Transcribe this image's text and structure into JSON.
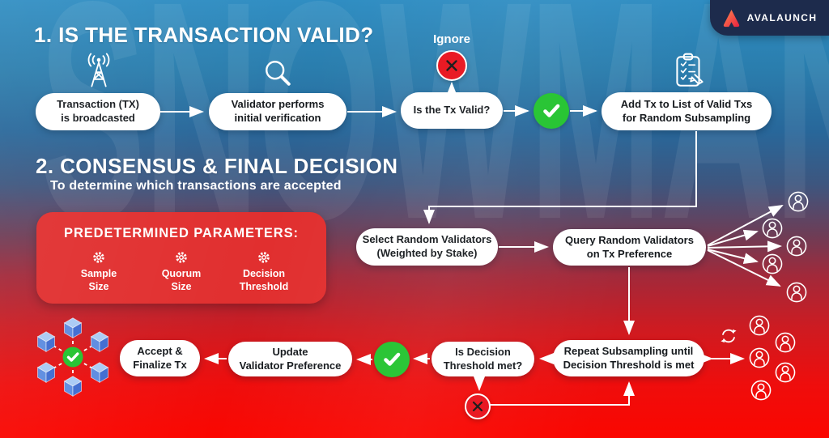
{
  "brand": {
    "name": "AVALAUNCH"
  },
  "background": {
    "watermark": "SNOWMAN"
  },
  "section1": {
    "title": "1. IS THE TRANSACTION VALID?",
    "ignore_label": "Ignore",
    "nodes": {
      "broadcast": "Transaction (TX)\nis broadcasted",
      "verify": "Validator performs\ninitial verification",
      "valid_q": "Is the Tx Valid?",
      "add_tx": "Add Tx to List of Valid Txs\nfor Random Subsampling"
    }
  },
  "section2": {
    "title": "2. CONSENSUS & FINAL DECISION",
    "subtitle": "To determine which transactions are accepted",
    "parameters": {
      "title": "PREDETERMINED PARAMETERS:",
      "items": [
        "Sample\nSize",
        "Quorum\nSize",
        "Decision\nThreshold"
      ]
    },
    "nodes": {
      "select": "Select Random Validators\n(Weighted by Stake)",
      "query": "Query Random Validators\non Tx Preference",
      "repeat": "Repeat Subsampling until\nDecision Threshold is met",
      "decision_q": "Is Decision\nThreshold met?",
      "update": "Update\nValidator Preference",
      "accept": "Accept &\nFinalize Tx"
    }
  },
  "icons": [
    "antenna-icon",
    "magnifier-icon",
    "clipboard-check-icon",
    "gear-icon",
    "validator-icon",
    "refresh-icon",
    "blockchain-cube-icon",
    "check-icon",
    "x-icon",
    "avalaunch-logo-icon"
  ],
  "colors": {
    "pill_bg": "#ffffff",
    "pill_text": "#15191d",
    "check_green": "#22c32e",
    "x_red": "#e8121c",
    "params_box_red": "#e12f2f",
    "badge_navy": "#1d2b4c",
    "bg_top_blue": "#2f8dc2",
    "bg_bottom_red": "#fb0600"
  }
}
